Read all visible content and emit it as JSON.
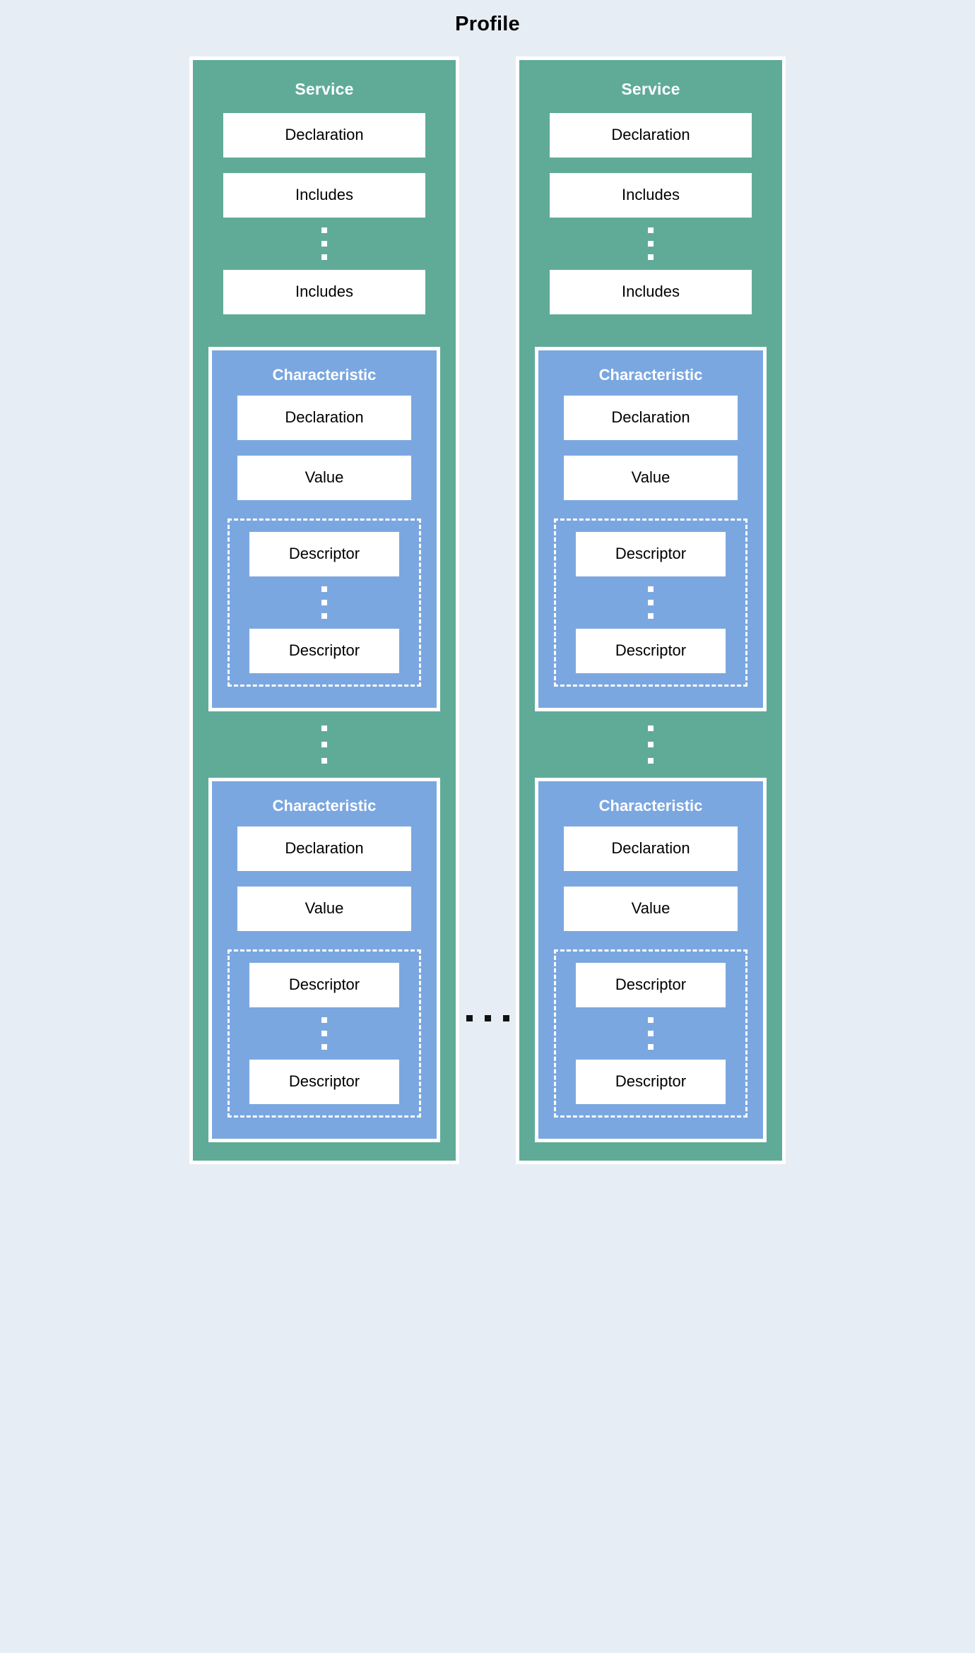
{
  "diagram": {
    "title": "Profile",
    "background_color": "#e7edf5",
    "service_color": "#60ab98",
    "characteristic_color": "#7ba7e0",
    "box_color": "#ffffff",
    "border_color": "#ffffff",
    "title_color": "#000000",
    "column_separator": "...",
    "services": [
      {
        "title": "Service",
        "items": [
          {
            "label": "Declaration"
          },
          {
            "label": "Includes"
          }
        ],
        "ellipsis_after_first_include": "⋮",
        "last_include": "Includes",
        "characteristics": [
          {
            "title": "Characteristic",
            "declaration": "Declaration",
            "value": "Value",
            "descriptors": [
              "Descriptor",
              "Descriptor"
            ]
          },
          {
            "title": "Characteristic",
            "declaration": "Declaration",
            "value": "Value",
            "descriptors": [
              "Descriptor",
              "Descriptor"
            ]
          }
        ]
      },
      {
        "title": "Service",
        "items": [
          {
            "label": "Declaration"
          },
          {
            "label": "Includes"
          }
        ],
        "ellipsis_after_first_include": "⋮",
        "last_include": "Includes",
        "characteristics": [
          {
            "title": "Characteristic",
            "declaration": "Declaration",
            "value": "Value",
            "descriptors": [
              "Descriptor",
              "Descriptor"
            ]
          },
          {
            "title": "Characteristic",
            "declaration": "Declaration",
            "value": "Value",
            "descriptors": [
              "Descriptor",
              "Descriptor"
            ]
          }
        ]
      }
    ]
  }
}
